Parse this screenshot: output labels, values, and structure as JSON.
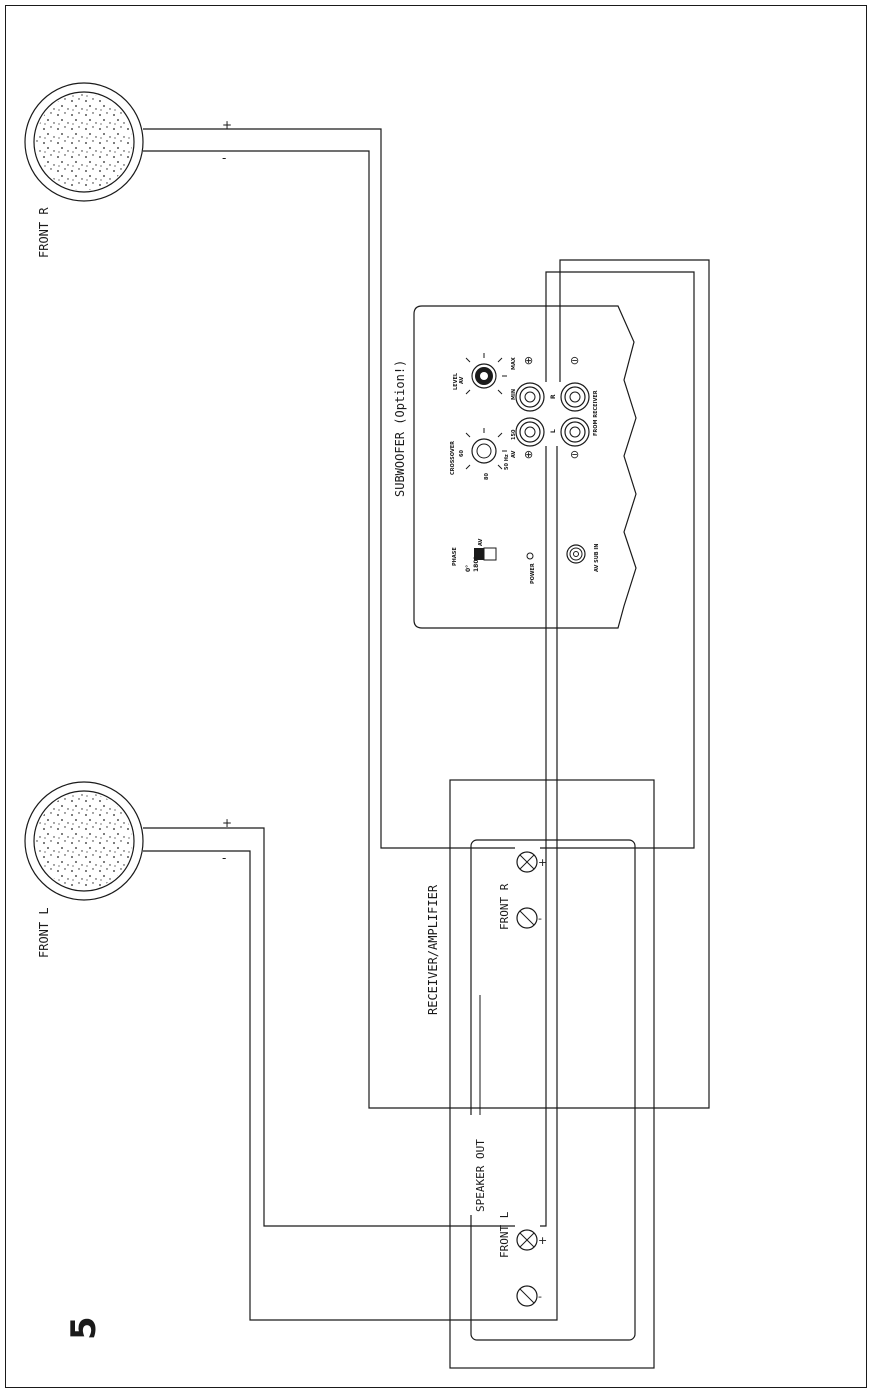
{
  "page": {
    "number": "5"
  },
  "speakers": {
    "front_r": {
      "label": "FRONT R",
      "plus": "+",
      "minus": "-"
    },
    "front_l": {
      "label": "FRONT L",
      "plus": "+",
      "minus": "-"
    }
  },
  "receiver": {
    "title": "RECEIVER/AMPLIFIER",
    "speaker_out": "SPEAKER OUT",
    "front_r": "FRONT R",
    "front_l": "FRONT L",
    "plus": "+",
    "minus": "-"
  },
  "subwoofer": {
    "title": "SUBWOOFER (Option!)",
    "level": {
      "label": "LEVEL",
      "av": "AV",
      "min": "MIN",
      "max": "MAX"
    },
    "crossover": {
      "label": "CROSSOVER",
      "v60": "60",
      "v150": "150",
      "v50hz": "50  Hz",
      "v80": "80",
      "av": "AV"
    },
    "phase": {
      "label": "PHASE",
      "deg0": "0°",
      "deg180": "180°",
      "av": "AV"
    },
    "power": "POWER",
    "terminals": {
      "r": "R",
      "l": "L",
      "from_receiver": "FROM RECEIVER",
      "plus": "⊕",
      "minus": "⊖"
    },
    "av_sub_in": "AV SUB IN"
  }
}
